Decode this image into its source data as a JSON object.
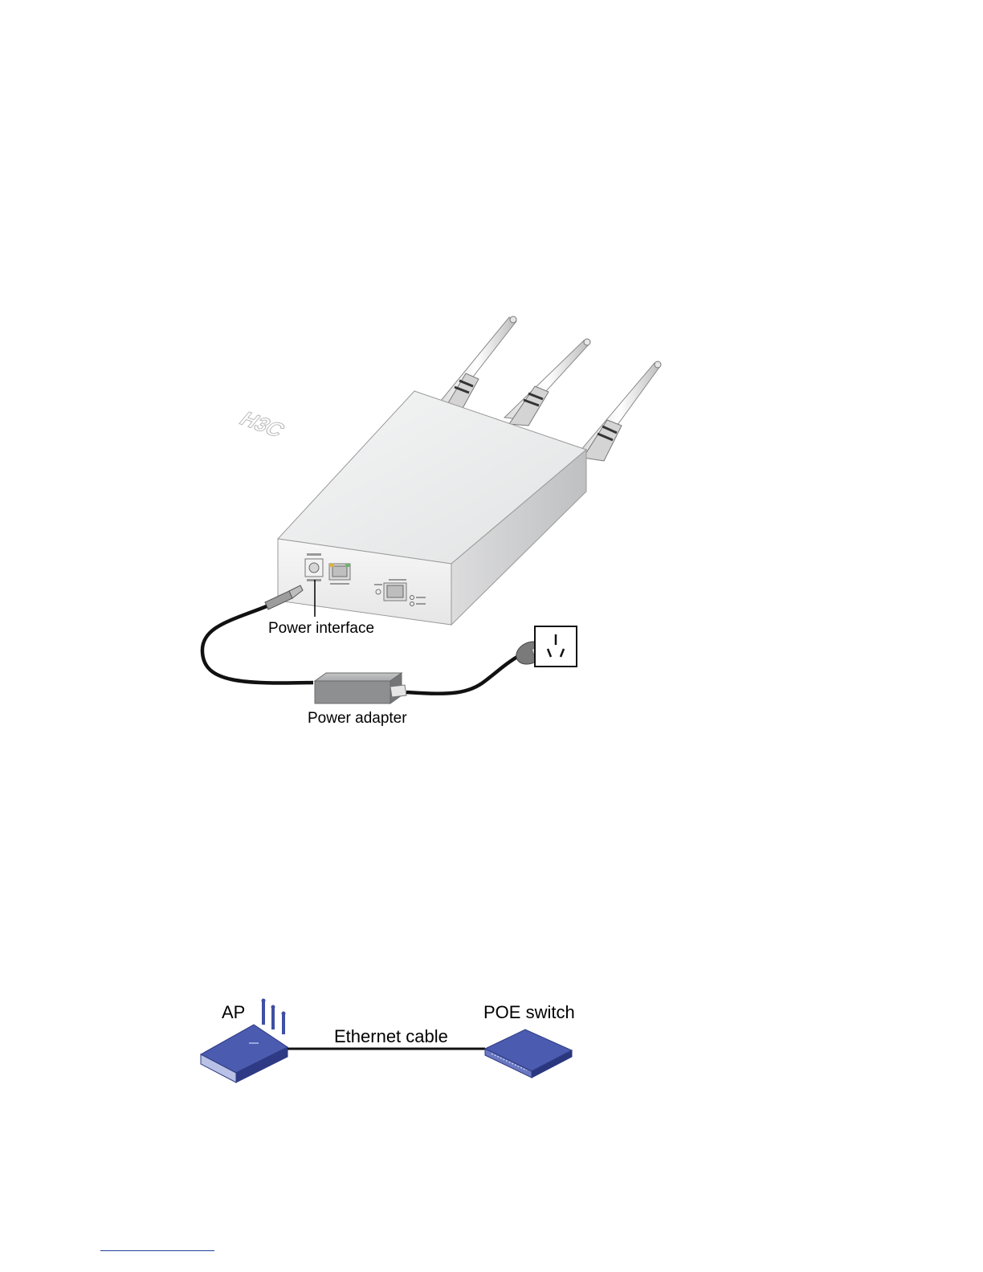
{
  "figure_power": {
    "device_logo": "H3C",
    "power_interface_label": "Power interface",
    "power_adapter_label": "Power adapter"
  },
  "figure_poe": {
    "ap_label": "AP",
    "cable_label": "Ethernet cable",
    "switch_label": "POE switch"
  },
  "colors": {
    "device_body": "#eceded",
    "device_side": "#c9cacb",
    "cable": "#111111",
    "adapter": "#8e8f91",
    "ap_blue": "#3f4fa3",
    "switch_blue": "#3d4ea0",
    "footer_rule": "#1f3f9f"
  }
}
